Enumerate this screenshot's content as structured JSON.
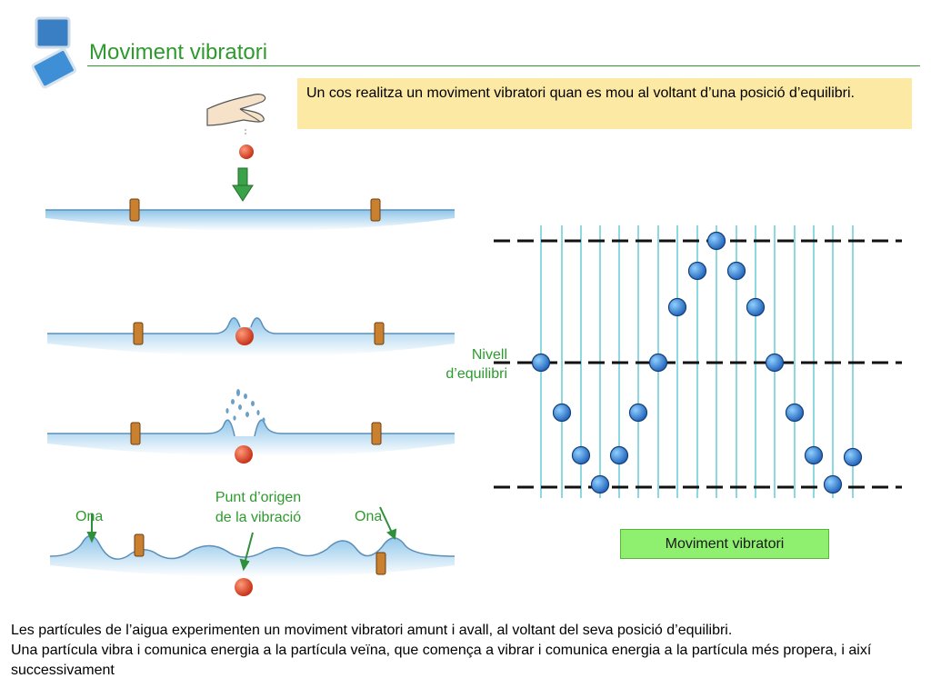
{
  "title": "Moviment vibratori",
  "definition": "Un cos realitza un moviment vibratori quan es mou al voltant d’una posició d’equilibri.",
  "diagram": {
    "nivell_line1": "Nivell",
    "nivell_line2": "d’equilibri",
    "result_label": "Moviment vibratori",
    "origin_line1": "Punt d’origen",
    "origin_line2": "de la vibració",
    "wave_label_left": "Ona",
    "wave_label_right": "Ona"
  },
  "explanation": {
    "line1": "Les partícules de l’aigua experimenten un moviment vibratori amunt i avall, al voltant del seva posició d’equilibri.",
    "line2": "Una partícula vibra i comunica energia a la partícula veïna, que comença a vibrar i comunica energia a la partícula més propera, i així successivament"
  },
  "colors": {
    "title_green": "#2e9a2e",
    "definition_bg": "#fbe9a4",
    "result_bg": "#8fef6f",
    "water": "#a9d3ee",
    "particle": "#2f7fd6",
    "ball": "#d83a1e",
    "arrow": "#2f8f3a"
  }
}
